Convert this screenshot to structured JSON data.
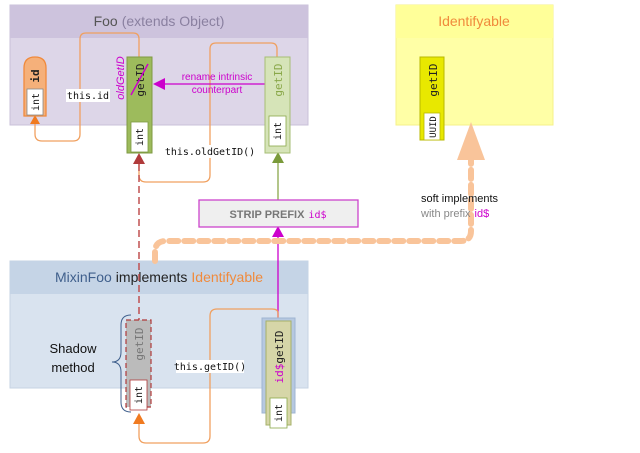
{
  "classes": {
    "foo": {
      "name": "Foo",
      "suffix": "(extends Object)"
    },
    "identifyable": {
      "name": "Identifyable"
    },
    "mixin": {
      "name": "MixinFoo",
      "keyword": "implements",
      "interface": "Identifyable"
    }
  },
  "members": {
    "foo_id": {
      "name": "id",
      "type": "int"
    },
    "foo_old_getid": {
      "name": "getID",
      "renamed": "oldGetID",
      "type": "int"
    },
    "foo_new_getid": {
      "name": "getID",
      "type": "int"
    },
    "ident_getid": {
      "name": "getID",
      "type": "UUID"
    },
    "shadow_getid": {
      "name": "getID",
      "type": "int"
    },
    "mixin_getid": {
      "prefix": "id$",
      "name": "getID",
      "type": "int"
    }
  },
  "labels": {
    "this_id": "this.id",
    "this_old_getid": "this.oldGetID()",
    "this_getid": "this.getID()",
    "rename_line1": "rename intrinsic",
    "rename_line2": "counterpart",
    "strip_prefix": "STRIP PREFIX",
    "strip_prefix_code": "id$",
    "soft_implements": "soft implements",
    "with_prefix": "with prefix",
    "with_prefix_code": "id$",
    "shadow_line1": "Shadow",
    "shadow_line2": "method"
  },
  "colors": {
    "orange": "#f08a3c",
    "magenta": "#cc00cc",
    "green": "#8aa84a",
    "darkred": "#b03a3a",
    "peach": "#f9c49a"
  }
}
